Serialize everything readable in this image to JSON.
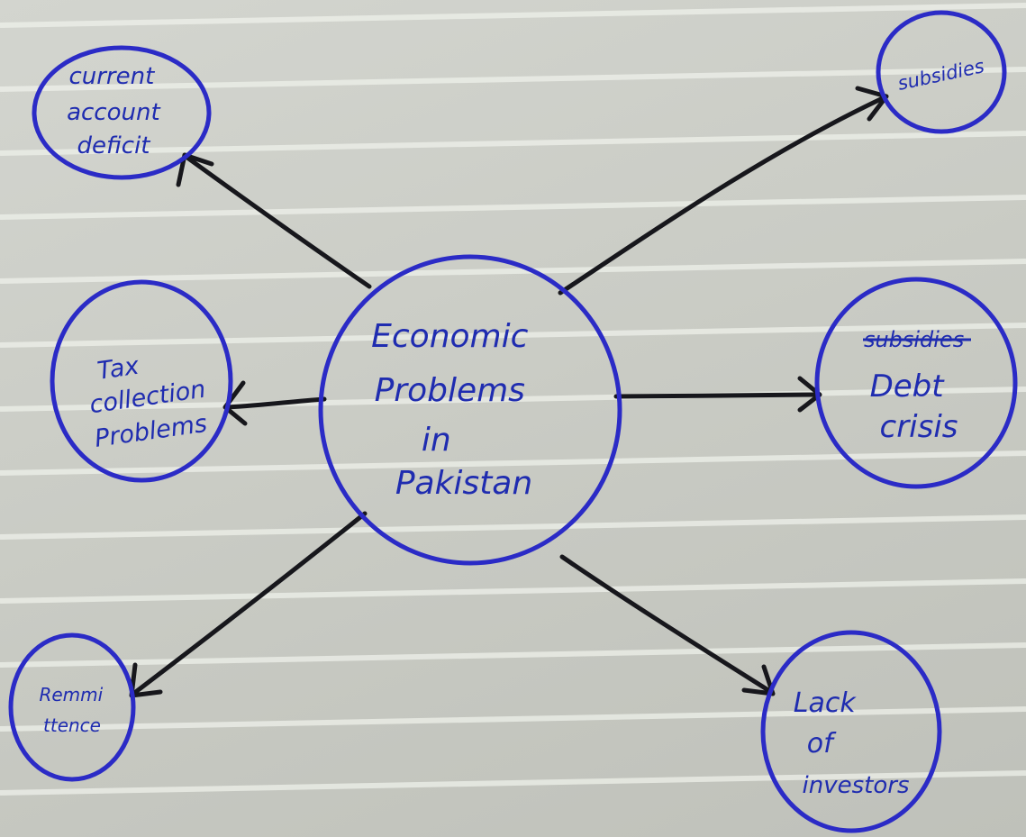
{
  "diagram": {
    "center": {
      "lines": [
        "Economic",
        "Problems",
        "in",
        "Pakistan"
      ]
    },
    "nodes": [
      {
        "id": "current-account-deficit",
        "lines": [
          "current",
          "account",
          "deficit"
        ]
      },
      {
        "id": "tax-collection-problems",
        "lines": [
          "Tax",
          "collection",
          "Problems"
        ]
      },
      {
        "id": "remittance",
        "lines": [
          "Remmi",
          "ttence"
        ]
      },
      {
        "id": "subsidies",
        "lines": [
          "subsidies"
        ]
      },
      {
        "id": "debt-crisis",
        "lines": [
          "subsidies",
          "Debt",
          "crisis"
        ],
        "struck_line": 0
      },
      {
        "id": "lack-of-investors",
        "lines": [
          "Lack",
          "of",
          "investors"
        ]
      }
    ],
    "colors": {
      "ink_blue": "#2b2bc6",
      "ink_black": "#17171c",
      "paper": "#cfd1cb",
      "ruled_line": "#eef0ea"
    }
  }
}
